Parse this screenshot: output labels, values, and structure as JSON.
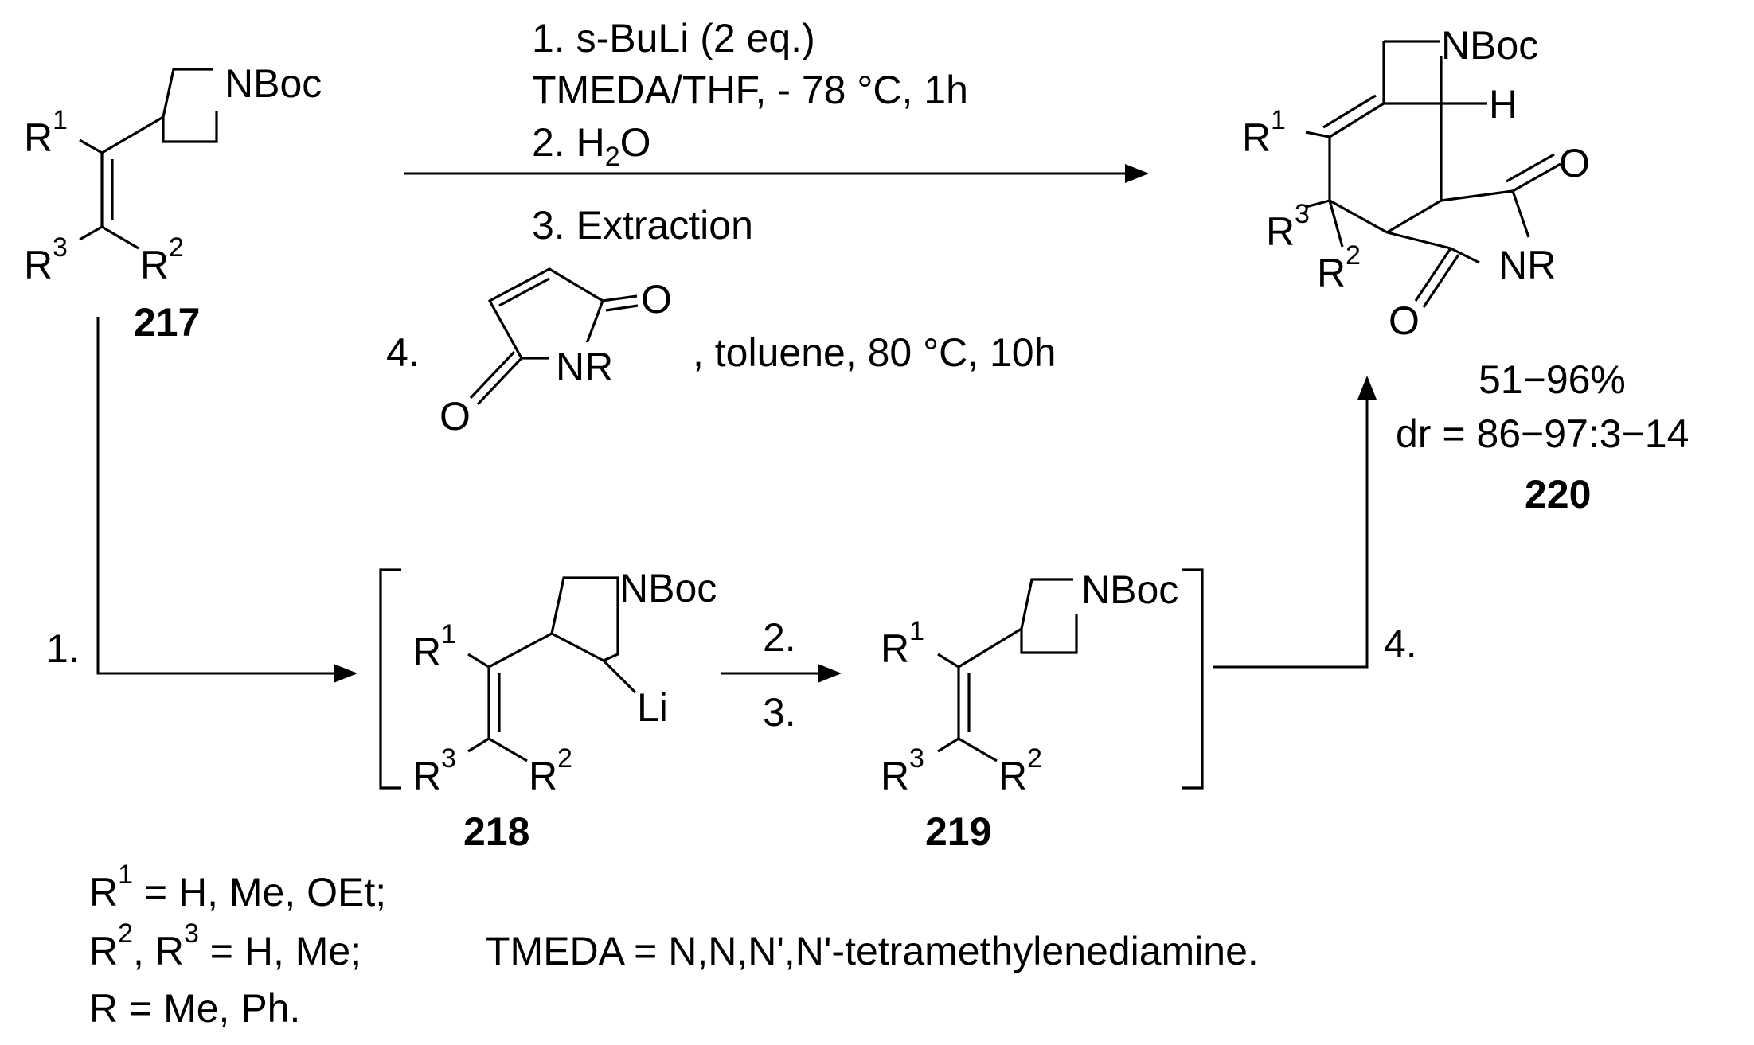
{
  "compounds": {
    "c217": {
      "number": "217",
      "NBoc": "NBoc",
      "R1": "R",
      "R1_sup": "1",
      "R2": "R",
      "R2_sup": "2",
      "R3": "R",
      "R3_sup": "3"
    },
    "c218": {
      "number": "218",
      "NBoc": "NBoc",
      "Li": "Li",
      "R1": "R",
      "R1_sup": "1",
      "R2": "R",
      "R2_sup": "2",
      "R3": "R",
      "R3_sup": "3"
    },
    "c219": {
      "number": "219",
      "NBoc": "NBoc",
      "R1": "R",
      "R1_sup": "1",
      "R2": "R",
      "R2_sup": "2",
      "R3": "R",
      "R3_sup": "3"
    },
    "c220": {
      "number": "220",
      "NBoc": "NBoc",
      "H": "H",
      "O_top": "O",
      "O_bottom": "O",
      "NR": "NR",
      "R1": "R",
      "R1_sup": "1",
      "R2": "R",
      "R2_sup": "2",
      "R3": "R",
      "R3_sup": "3",
      "yield": "51−96%",
      "dr": "dr = 86−97:3−14"
    }
  },
  "top_conditions": {
    "step1": "1. s-BuLi (2 eq.)",
    "step1b": "TMEDA/THF, - 78 °C, 1h",
    "step2_prefix": "2. H",
    "step2_sub": "2",
    "step2_suffix": "O",
    "step3": "3. Extraction",
    "step4_label": "4.",
    "step4_conditions": ", toluene, 80 °C, 10h",
    "maleimide_O_top": "O",
    "maleimide_O_bottom": "O",
    "maleimide_NR": "NR"
  },
  "pathway_labels": {
    "step1": "1.",
    "step2": "2.",
    "step3": "3.",
    "step4": "4."
  },
  "definitions": {
    "r1_sym": "R",
    "r1_sup": "1",
    "r1_text": " = H, Me, OEt;",
    "r2_sym": "R",
    "r2_sup": "2",
    "r2_mid": ", R",
    "r3_sup": "3",
    "r23_text": " = H, Me;",
    "r_text": "R = Me, Ph.",
    "tmeda": "TMEDA = N,N,N',N'-tetramethylenediamine."
  }
}
